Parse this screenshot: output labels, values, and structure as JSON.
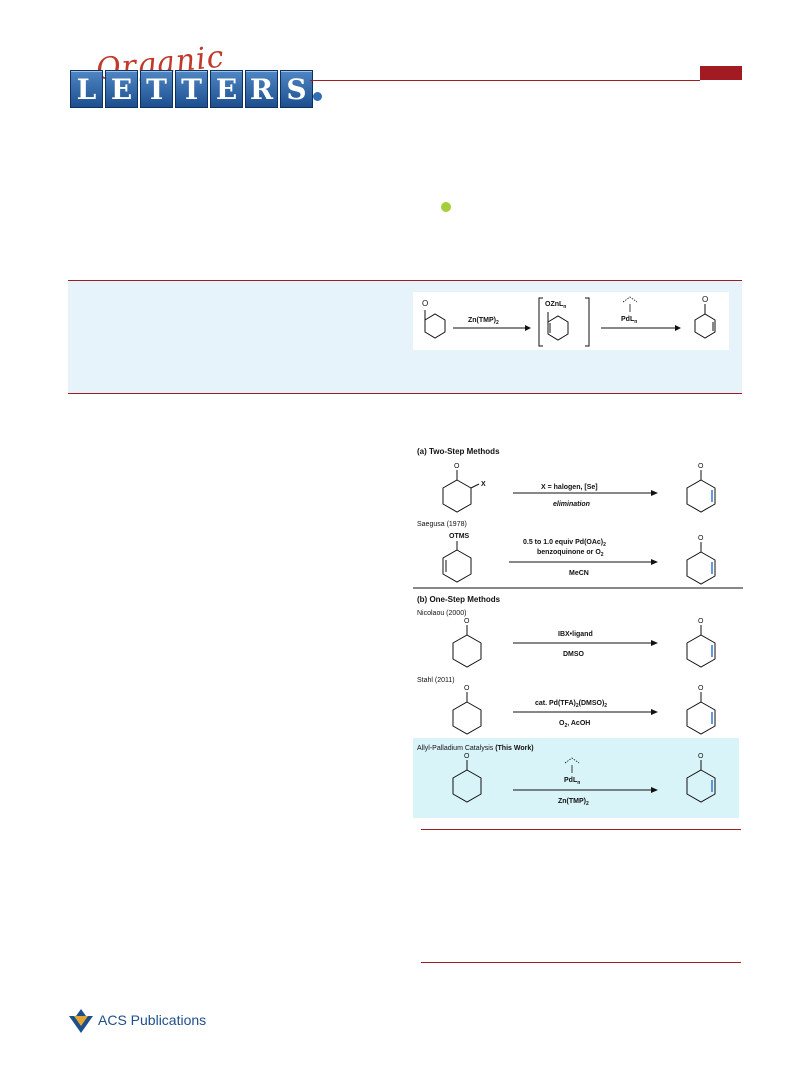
{
  "header": {
    "logo_script": "Organic",
    "logo_letters": [
      "L",
      "E",
      "T",
      "T",
      "E",
      "R",
      "S"
    ],
    "accent_color": "#a31b22",
    "brand_blue": "#1d4f8f"
  },
  "toc": {
    "reagent": "Zn(TMP)",
    "reagent_sub": "2",
    "intermediate": "OZnL",
    "intermediate_sub": "n",
    "catalyst": "PdL",
    "catalyst_sub": "n",
    "ketone_o": "O",
    "product_o": "O"
  },
  "scheme": {
    "section_a": "(a) Two-Step Methods",
    "a1_sub": "X",
    "a1_cond_top": "X = halogen, [Se]",
    "a1_cond_bottom": "elimination",
    "saegusa": "Saegusa (1978)",
    "otms": "OTMS",
    "a2_cond_1": "0.5 to 1.0 equiv Pd(OAc)",
    "a2_cond_1_sub": "2",
    "a2_cond_2": "benzoquinone or O",
    "a2_cond_2_sub": "2",
    "a2_cond_bottom": "MeCN",
    "section_b": "(b) One-Step Methods",
    "nicolaou": "Nicolaou (2000)",
    "b1_cond_top": "IBX•ligand",
    "b1_cond_bottom": "DMSO",
    "stahl": "Stahl (2011)",
    "b2_cond_top": "cat. Pd(TFA)",
    "b2_cond_top_sub1": "2",
    "b2_cond_top_mid": "(DMSO)",
    "b2_cond_top_sub2": "2",
    "b2_cond_bottom": "O",
    "b2_cond_bottom_sub": "2",
    "b2_cond_bottom_end": ", AcOH",
    "this_work_label": "Allyl-Palladium Catalysis ",
    "this_work_bold": "(This Work)",
    "c_cond_top": "PdL",
    "c_cond_top_sub": "n",
    "c_cond_bottom": "Zn(TMP)",
    "c_cond_bottom_sub": "2",
    "o_label": "O",
    "highlight_color": "#d9f4f9",
    "double_bond_color": "#3d7fd6"
  },
  "footer": {
    "publisher": "ACS Publications"
  }
}
